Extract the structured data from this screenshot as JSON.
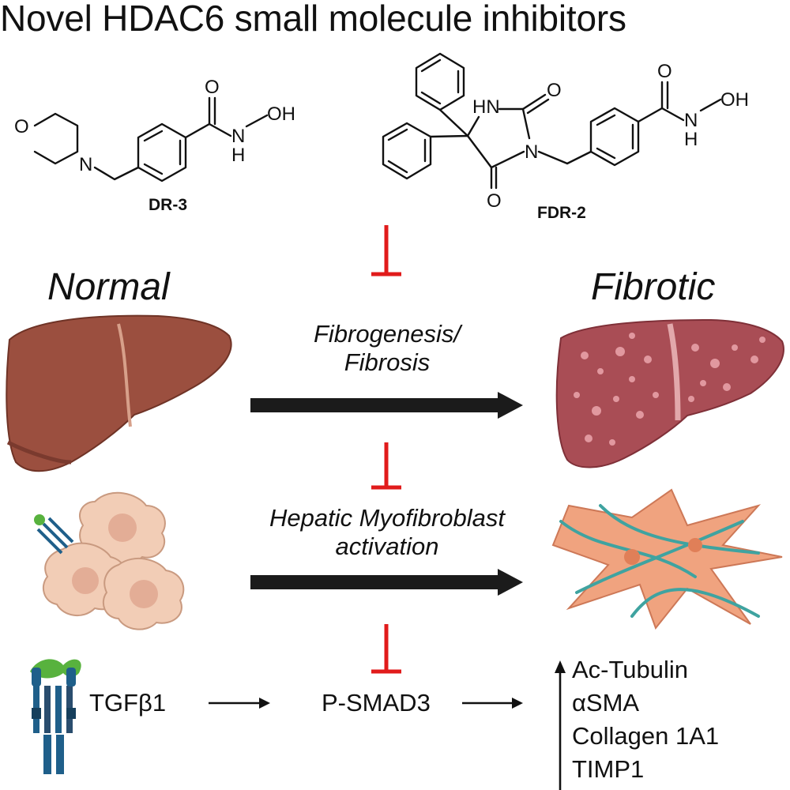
{
  "title": "Novel HDAC6 small molecule inhibitors",
  "compounds": [
    {
      "label": "DR-3",
      "atoms": {
        "o": "O",
        "n": "N",
        "oxo": "O",
        "nh_n": "N",
        "nh_h": "H",
        "oh": "OH"
      }
    },
    {
      "label": "FDR-2",
      "atoms": {
        "hn": "HN",
        "o1": "O",
        "n": "N",
        "o2": "O",
        "oxo": "O",
        "nh_n": "N",
        "nh_h": "H",
        "oh": "OH"
      }
    }
  ],
  "states": {
    "left": "Normal",
    "right": "Fibrotic"
  },
  "processes": [
    {
      "line1": "Fibrogenesis/",
      "line2": "Fibrosis"
    },
    {
      "line1": "Hepatic Myofibroblast",
      "line2": "activation"
    }
  ],
  "pathway": {
    "ligand": "TGFβ1",
    "mediator": "P-SMAD3"
  },
  "markers": [
    "Ac-Tubulin",
    "αSMA",
    "Collagen 1A1",
    "TIMP1"
  ],
  "colors": {
    "inhibit": "#e11b1b",
    "arrow": "#1b1b1b",
    "liver_normal": "#9b4f3f",
    "liver_fibrotic": "#a94d55",
    "cell": "#f2cdb6",
    "myofibroblast": "#ef9a72",
    "receptor_blue": "#1f5f8a",
    "receptor_green": "#58b23e"
  }
}
